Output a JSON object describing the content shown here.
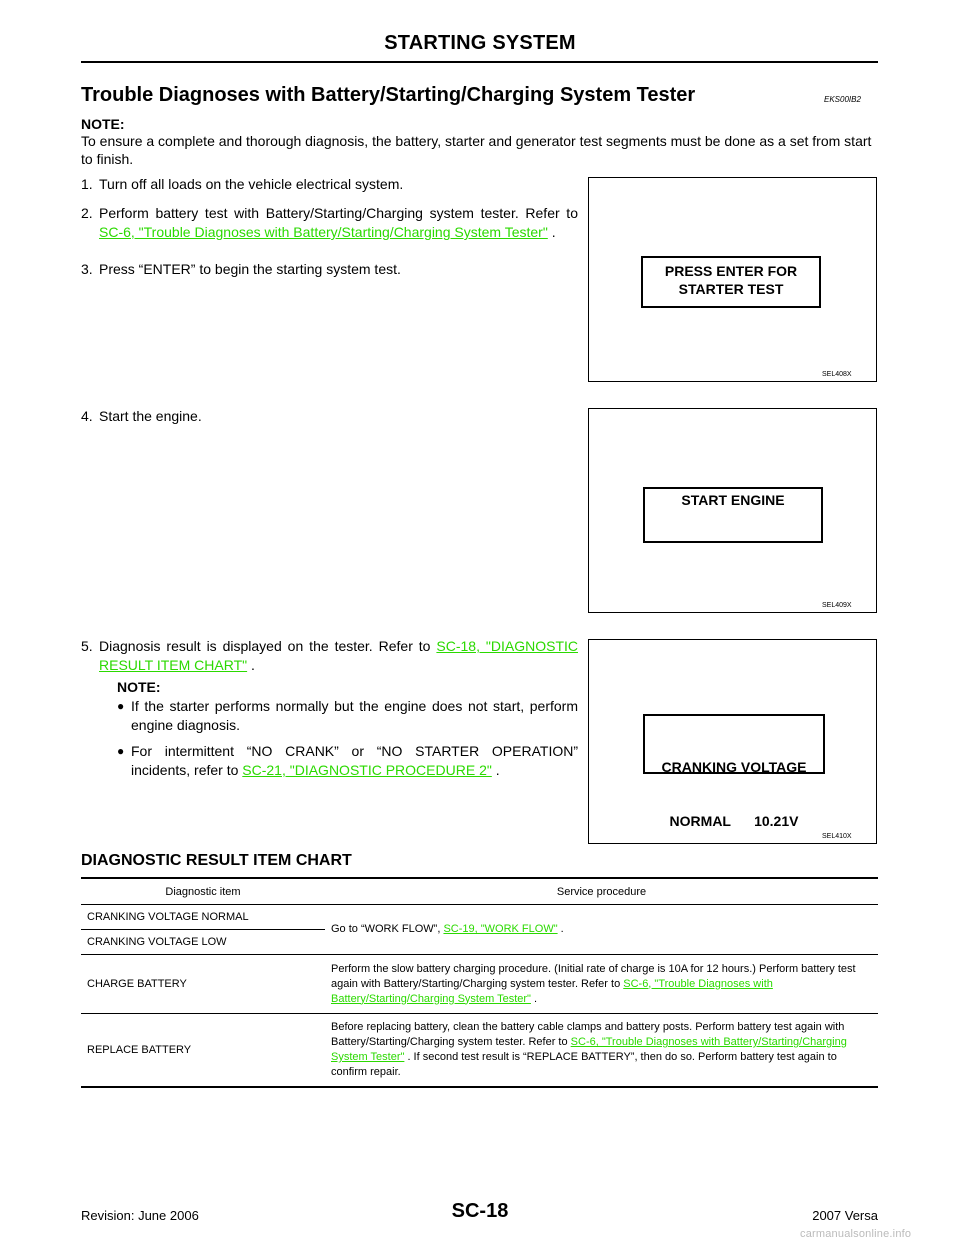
{
  "header": {
    "title": "STARTING SYSTEM"
  },
  "section": {
    "title": "Trouble Diagnoses with Battery/Starting/Charging System Tester",
    "code": "EKS00IB2"
  },
  "note": {
    "label": "NOTE:",
    "text": "To ensure a complete and thorough diagnosis, the battery, starter and generator test segments must be done as a set from start to finish."
  },
  "steps": [
    {
      "num": "1.",
      "text": "Turn off all loads on the vehicle electrical system."
    },
    {
      "num": "2.",
      "text_a": "Perform battery test with Battery/Starting/Charging system tester. Refer to ",
      "link": "SC-6, \"Trouble Diagnoses with Battery/Starting/Charging System Tester\"",
      "text_b": " ."
    },
    {
      "num": "3.",
      "text": "Press “ENTER” to begin the starting system test."
    },
    {
      "num": "4.",
      "text": "Start the engine."
    },
    {
      "num": "5.",
      "text_a": "Diagnosis result is displayed on the tester. Refer to ",
      "link": "SC-18, \"DIAGNOSTIC RESULT ITEM CHART\"",
      "text_b": " ."
    }
  ],
  "step5_note": {
    "label": "NOTE:",
    "bullet1": "If the starter performs normally but the engine does not start, perform engine diagnosis.",
    "bullet2_a": "For intermittent “NO CRANK” or “NO STARTER OPERATION” incidents, refer to ",
    "bullet2_link": "SC-21, \"DIAGNOSTIC PROCEDURE 2\"",
    "bullet2_b": " ."
  },
  "figures": [
    {
      "screen_line1": "PRESS ENTER FOR",
      "screen_line2": "STARTER TEST",
      "code": "SEL408X"
    },
    {
      "screen_line1": "START ENGINE",
      "code": "SEL409X"
    },
    {
      "screen_line1": "CRANKING VOLTAGE",
      "screen_line2": "NORMAL      10.21V",
      "code": "SEL410X"
    }
  ],
  "chart": {
    "title": "DIAGNOSTIC RESULT ITEM CHART",
    "col1": "Diagnostic item",
    "col2": "Service procedure",
    "rows": [
      {
        "item": "CRANKING VOLTAGE NORMAL"
      },
      {
        "item": "CRANKING VOLTAGE LOW"
      },
      {
        "item": "CHARGE BATTERY"
      },
      {
        "item": "REPLACE BATTERY"
      }
    ],
    "proc1_a": "Go to “WORK FLOW”, ",
    "proc1_link": "SC-19, \"WORK FLOW\"",
    "proc1_b": " .",
    "proc2_a": "Perform the slow battery charging procedure. (Initial rate of charge is 10A for 12 hours.) Perform battery test again with Battery/Starting/Charging system tester. Refer to ",
    "proc2_link": "SC-6, \"Trouble Diagnoses with Battery/Starting/Charging System Tester\"",
    "proc2_b": " .",
    "proc3_a": "Before replacing battery, clean the battery cable clamps and battery posts. Perform battery test again with Battery/Starting/Charging system tester. Refer to ",
    "proc3_link": "SC-6, \"Trouble Diagnoses with Battery/Starting/Charging System Tester\"",
    "proc3_b": " . If second test result is “REPLACE BATTERY”, then do so. Perform battery test again to confirm repair."
  },
  "footer": {
    "revision": "Revision: June 2006",
    "page": "SC-18",
    "model": "2007 Versa",
    "watermark": "carmanualsonline.info"
  }
}
